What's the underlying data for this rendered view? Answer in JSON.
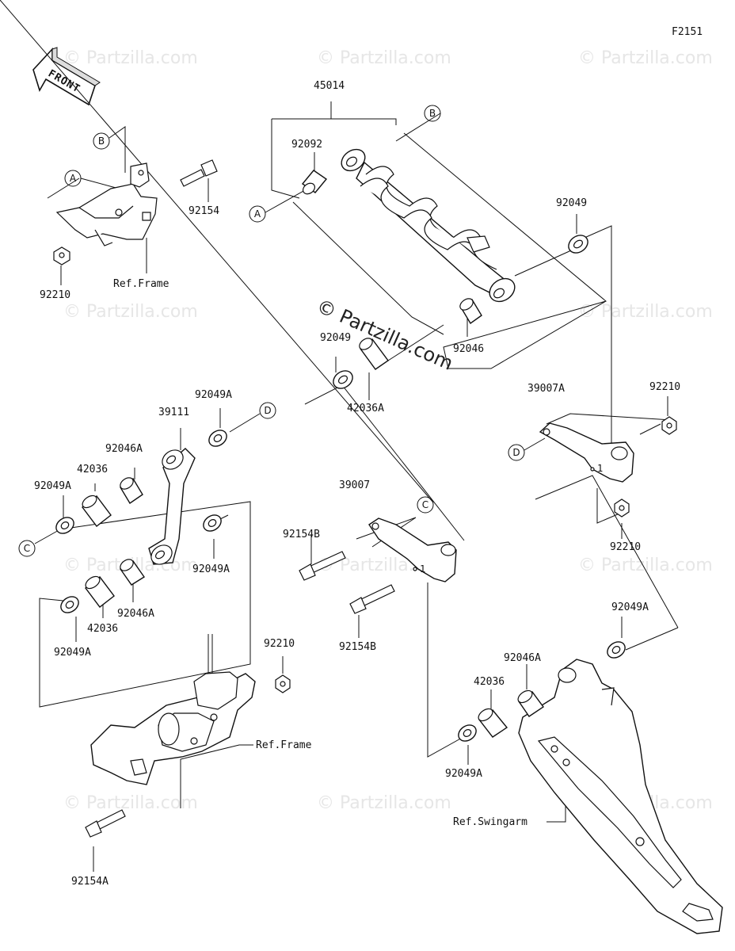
{
  "diagram_code": "F2151",
  "front_label": "FRONT",
  "watermark": "© Partzilla.com",
  "center_watermark": "© Partzilla.com",
  "callouts": {
    "A": "A",
    "B": "B",
    "C": "C",
    "D": "D"
  },
  "parts": {
    "p45014": "45014",
    "p92092": "92092",
    "p92154": "92154",
    "p92210_top": "92210",
    "ref_frame_top": "Ref.Frame",
    "p92049_right": "92049",
    "p92046": "92046",
    "p92049_mid": "92049",
    "p42036A": "42036A",
    "p39111": "39111",
    "p92049A_top": "92049A",
    "p92046A_top": "92046A",
    "p42036_top": "42036",
    "p92049A_left": "92049A",
    "p92049A_mid": "92049A",
    "p92046A_bottom": "92046A",
    "p42036_bottom": "42036",
    "p92049A_bottom": "92049A",
    "p39007A": "39007A",
    "p92210_right": "92210",
    "p92210_right2": "92210",
    "p39007": "39007",
    "p92154B_top": "92154B",
    "p92154B_bottom": "92154B",
    "p92210_mid": "92210",
    "ref_frame_bottom": "Ref.Frame",
    "p92154A": "92154A",
    "p92049A_swing": "92049A",
    "p92046A_swing": "92046A",
    "p42036_swing": "42036",
    "p92049A_swing2": "92049A",
    "ref_swingarm": "Ref.Swingarm",
    "mark1_a": "1",
    "mark1_b": "1"
  }
}
